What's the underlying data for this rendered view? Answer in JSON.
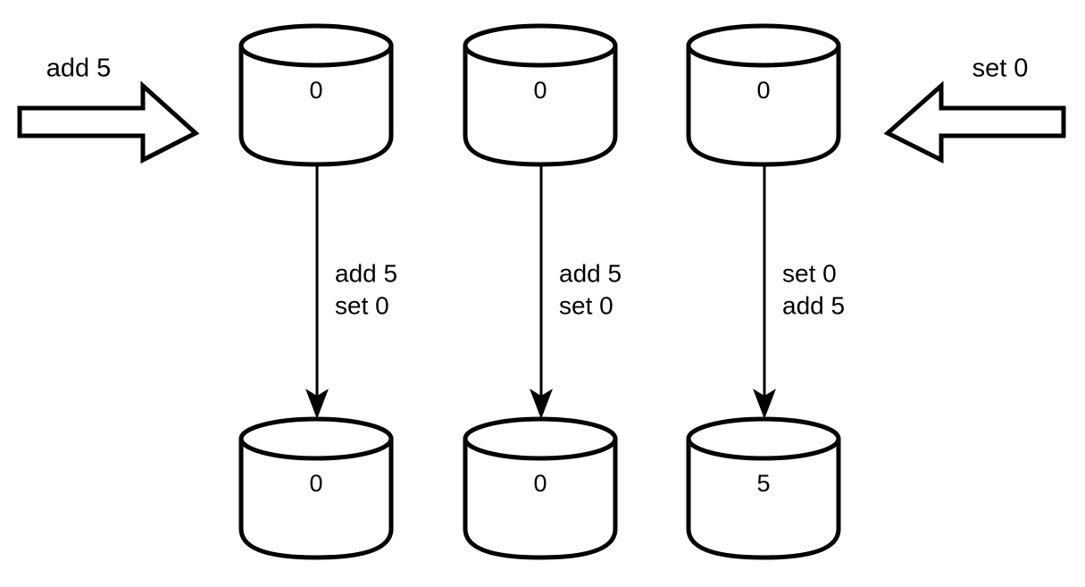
{
  "diagram": {
    "type": "replica-convergence",
    "background_color": "#ffffff",
    "stroke_color": "#000000",
    "inputs": [
      {
        "id": "input-left",
        "label": "add 5",
        "direction": "right"
      },
      {
        "id": "input-right",
        "label": "set 0",
        "direction": "left"
      }
    ],
    "columns": [
      {
        "id": "replica-1",
        "before_value": "0",
        "after_value": "0",
        "operations": [
          "add 5",
          "set 0"
        ]
      },
      {
        "id": "replica-2",
        "before_value": "0",
        "after_value": "0",
        "operations": [
          "add 5",
          "set 0"
        ]
      },
      {
        "id": "replica-3",
        "before_value": "0",
        "after_value": "5",
        "operations": [
          "set 0",
          "add 5"
        ]
      }
    ]
  }
}
